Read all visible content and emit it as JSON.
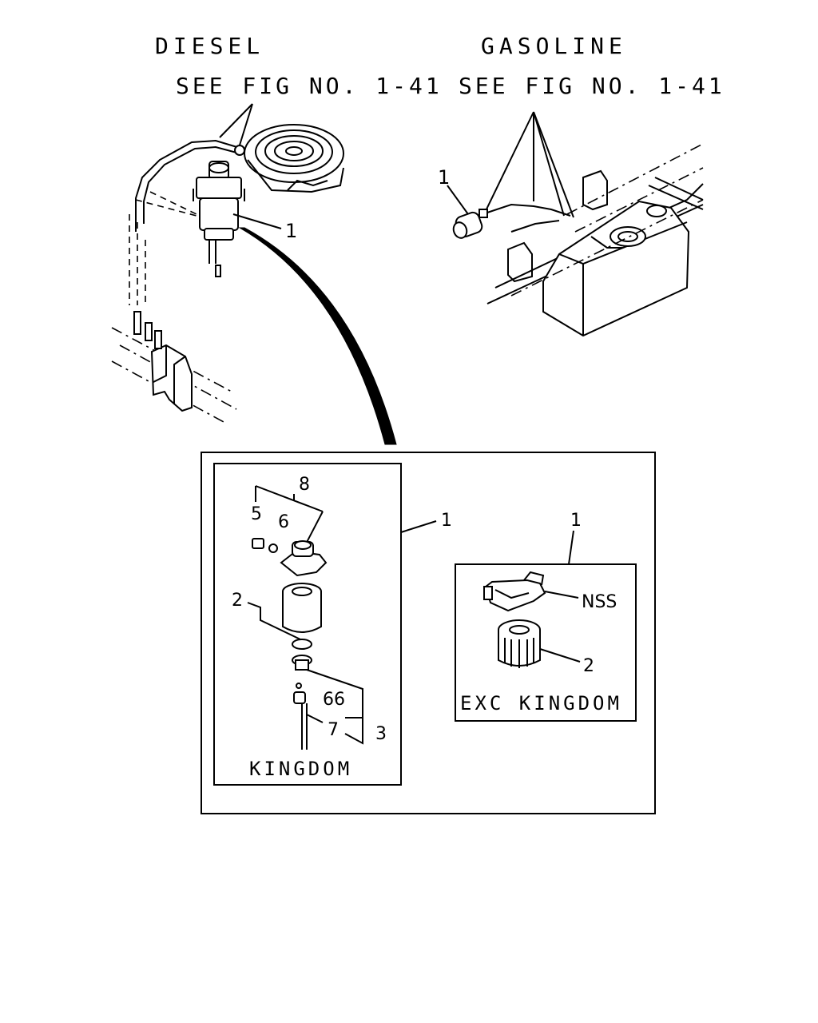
{
  "sections": {
    "diesel": {
      "title": "DIESEL",
      "ref": "SEE FIG NO. 1-41"
    },
    "gasoline": {
      "title": "GASOLINE",
      "ref": "SEE FIG NO. 1-41"
    }
  },
  "callouts": {
    "diesel_filter": "1",
    "gasoline_filter": "1",
    "inset_left": "1",
    "inset_right": "1",
    "kingdom": [
      "8",
      "5",
      "6",
      "2",
      "66",
      "7",
      "3"
    ],
    "exc_kingdom": [
      "NSS",
      "2"
    ]
  },
  "insets": {
    "kingdom": "KINGDOM",
    "exc_kingdom": "EXC KINGDOM"
  }
}
